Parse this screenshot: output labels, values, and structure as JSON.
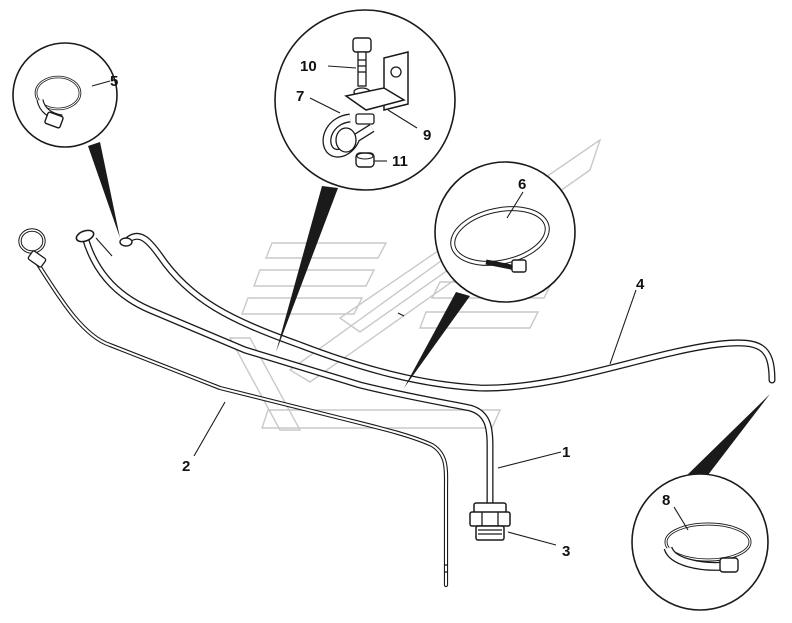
{
  "diagram": {
    "callouts": [
      {
        "id": "c1",
        "label": "1"
      },
      {
        "id": "c2",
        "label": "2"
      },
      {
        "id": "c3",
        "label": "3"
      },
      {
        "id": "c4",
        "label": "4"
      },
      {
        "id": "c5",
        "label": "5"
      },
      {
        "id": "c6",
        "label": "6"
      },
      {
        "id": "c7",
        "label": "7"
      },
      {
        "id": "c8",
        "label": "8"
      },
      {
        "id": "c9",
        "label": "9"
      },
      {
        "id": "c10",
        "label": "10"
      },
      {
        "id": "c11",
        "label": "11"
      }
    ],
    "colors": {
      "ink": "#1a1a1a",
      "watermark": "#c9c9c9",
      "background": "#ffffff"
    }
  }
}
